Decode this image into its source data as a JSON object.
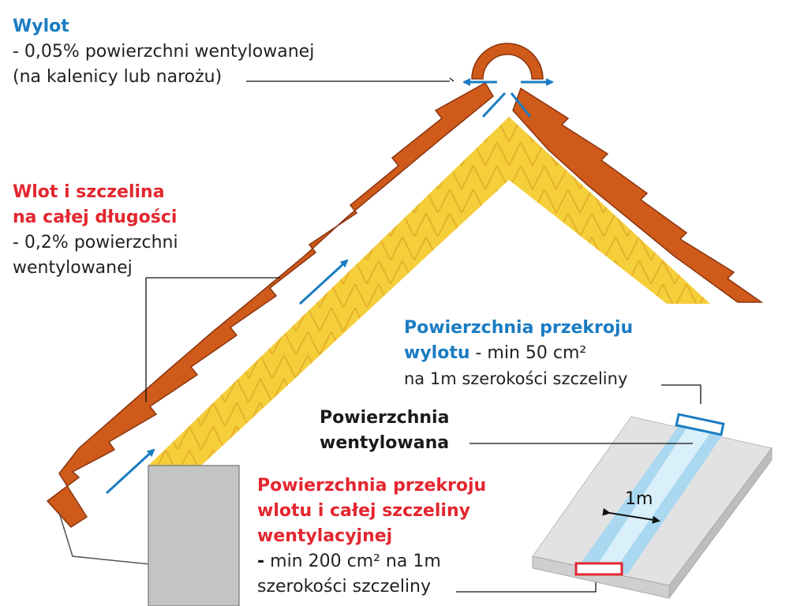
{
  "outlet": {
    "title": "Wylot",
    "line1": "- 0,05% powierzchni wentylowanej",
    "line2": "(na kalenicy lub narożu)"
  },
  "inlet": {
    "title1": "Wlot i szczelina",
    "title2": "na całej długości",
    "line1": "- 0,2% powierzchni",
    "line2": "wentylowanej"
  },
  "outlet_section": {
    "title1": "Powierzchnia przekroju",
    "title2": "wylotu",
    "suffix": " - min 50 cm²",
    "line2": "na 1m szerokości szczeliny"
  },
  "ventilated_surface": {
    "line1": "Powierzchnia",
    "line2": "wentylowana"
  },
  "inlet_section": {
    "title1": "Powierzchnia przekroju",
    "title2": "wlotu i całej szczeliny",
    "title3": "wentylacyjnej",
    "dash": "-",
    "line1": " min 200 cm² na 1m",
    "line2": "szerokości szczeliny"
  },
  "width_label": "1m",
  "colors": {
    "blue": "#1a7cc2",
    "red": "#e3262f",
    "tile": "#cf5a1a",
    "insulation": "#f5cf3a",
    "wall": "#c4c4c4"
  }
}
